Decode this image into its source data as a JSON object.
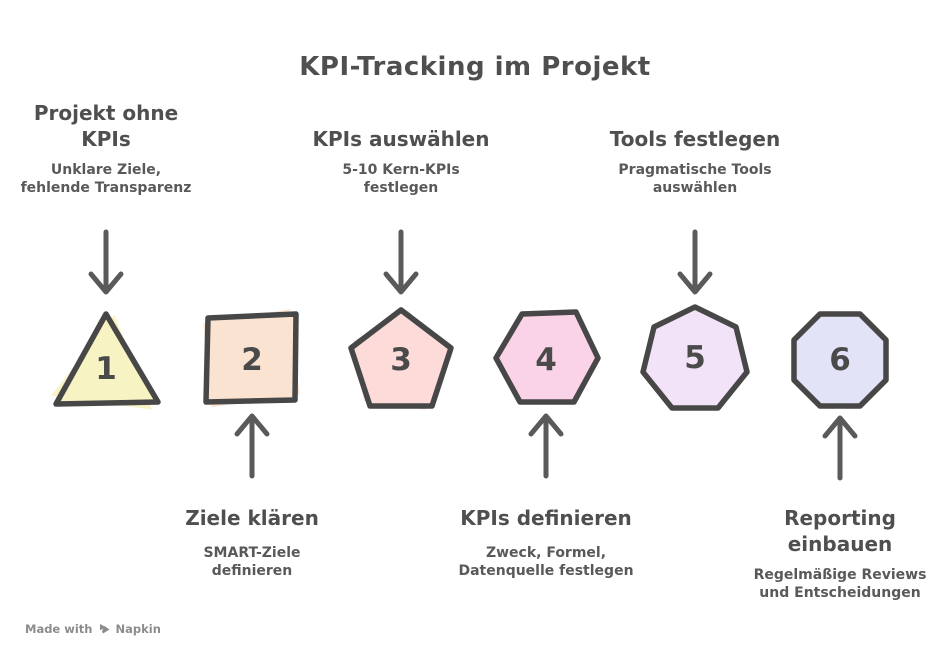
{
  "title": "KPI-Tracking im Projekt",
  "colors": {
    "text_dark": "#4f4f4f",
    "text_sub": "#595959",
    "outline": "#474747",
    "arrow": "#5a5a5a",
    "background": "#ffffff"
  },
  "steps": [
    {
      "num": "1",
      "shape": "triangle",
      "fill": "#f8f3c2",
      "label_position": "top",
      "heading": "Projekt ohne\nKPIs",
      "sub": "Unklare Ziele,\nfehlende Transparenz"
    },
    {
      "num": "2",
      "shape": "square",
      "fill": "#fbe3d1",
      "label_position": "bottom",
      "heading": "Ziele klären",
      "sub": "SMART-Ziele\ndefinieren"
    },
    {
      "num": "3",
      "shape": "pentagon",
      "fill": "#fcdbd8",
      "label_position": "top",
      "heading": "KPIs auswählen",
      "sub": "5-10 Kern-KPIs\nfestlegen"
    },
    {
      "num": "4",
      "shape": "hexagon",
      "fill": "#fad3e8",
      "label_position": "bottom",
      "heading": "KPIs definieren",
      "sub": "Zweck, Formel,\nDatenquelle festlegen"
    },
    {
      "num": "5",
      "shape": "heptagon",
      "fill": "#f3e3f8",
      "label_position": "top",
      "heading": "Tools festlegen",
      "sub": "Pragmatische Tools\nauswählen"
    },
    {
      "num": "6",
      "shape": "octagon",
      "fill": "#e3e3f8",
      "label_position": "bottom",
      "heading": "Reporting\neinbauen",
      "sub": "Regelmäßige Reviews\nund Entscheidungen"
    }
  ],
  "footer": {
    "made_with": "Made with",
    "brand": "Napkin"
  }
}
